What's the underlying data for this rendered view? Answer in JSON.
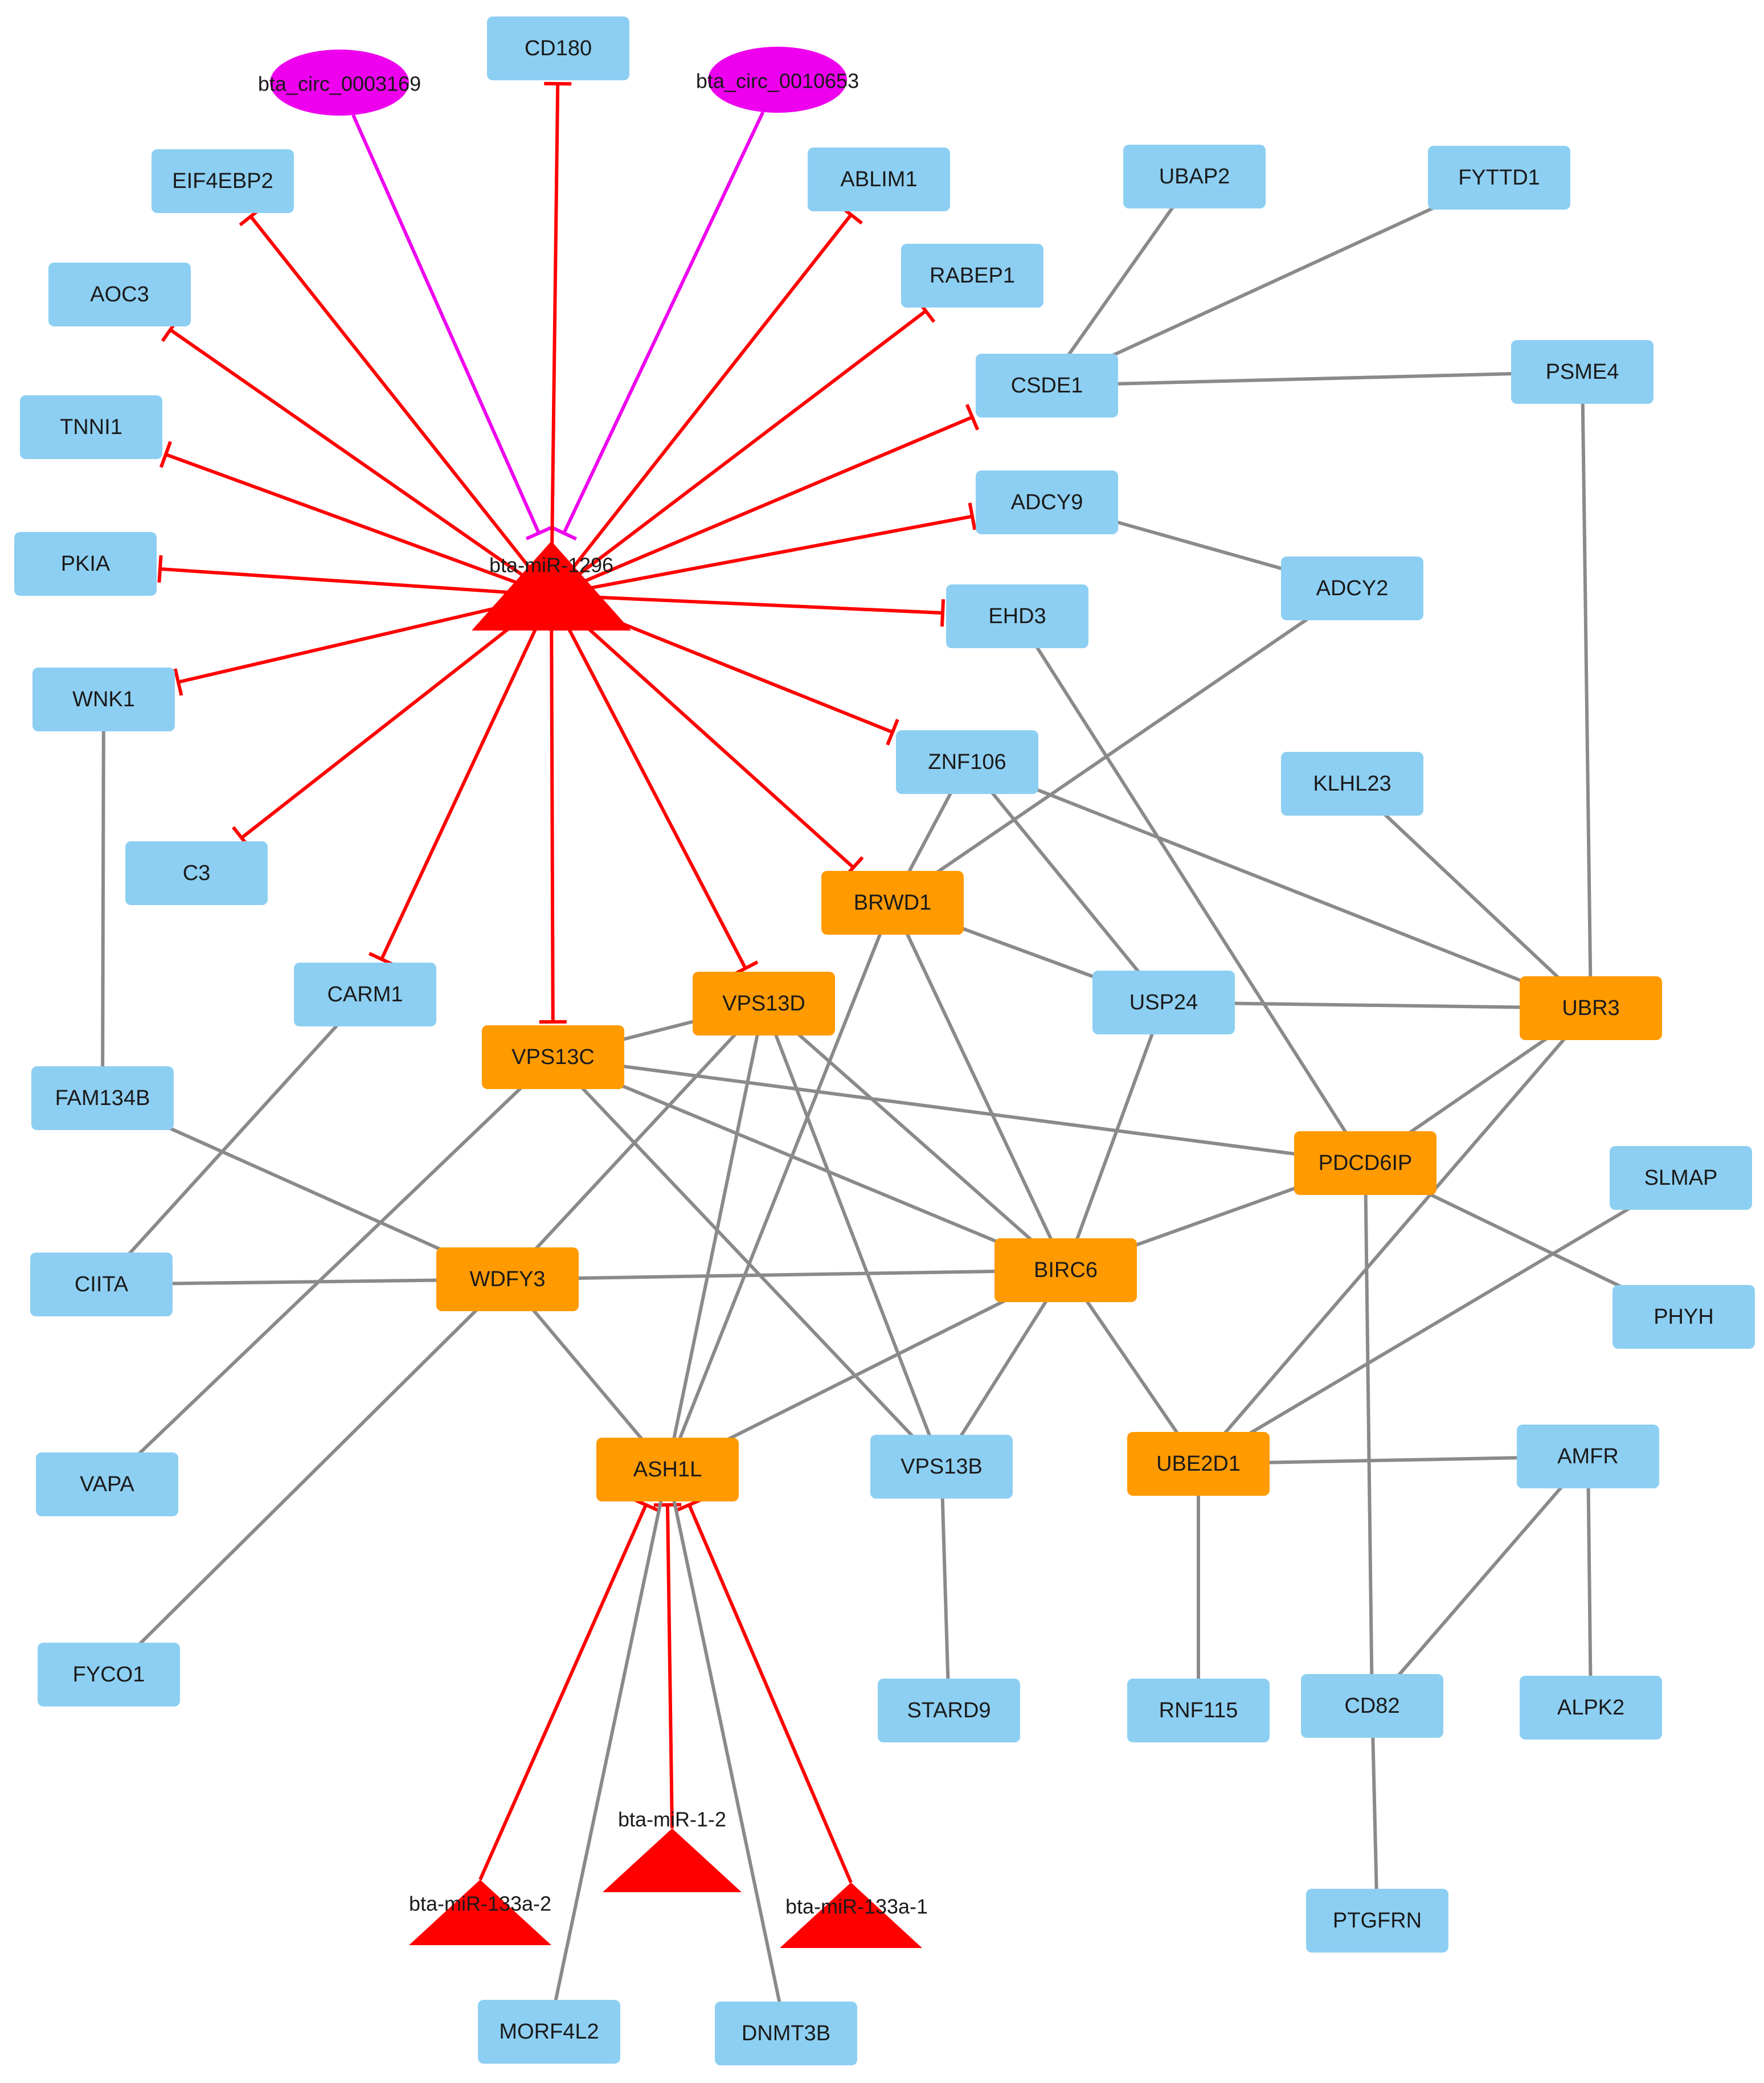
{
  "colors": {
    "mrna_fill": "#8dcff2",
    "hub_fill": "#ff9a00",
    "mirna_fill": "#ff0000",
    "circrna_fill": "#ee00ee",
    "interaction_edge": "#8a8a8a",
    "mirna_edge": "#ff0000",
    "circrna_edge": "#ee00ee"
  },
  "nodes": [
    {
      "id": "CD180",
      "label": "CD180",
      "kind": "mrna"
    },
    {
      "id": "bta_circ_0003169",
      "label": "bta_circ_0003169",
      "kind": "circrna"
    },
    {
      "id": "bta_circ_0010653",
      "label": "bta_circ_0010653",
      "kind": "circrna"
    },
    {
      "id": "EIF4EBP2",
      "label": "EIF4EBP2",
      "kind": "mrna"
    },
    {
      "id": "ABLIM1",
      "label": "ABLIM1",
      "kind": "mrna"
    },
    {
      "id": "UBAP2",
      "label": "UBAP2",
      "kind": "mrna"
    },
    {
      "id": "FYTTD1",
      "label": "FYTTD1",
      "kind": "mrna"
    },
    {
      "id": "AOC3",
      "label": "AOC3",
      "kind": "mrna"
    },
    {
      "id": "RABEP1",
      "label": "RABEP1",
      "kind": "mrna"
    },
    {
      "id": "CSDE1",
      "label": "CSDE1",
      "kind": "mrna"
    },
    {
      "id": "PSME4",
      "label": "PSME4",
      "kind": "mrna"
    },
    {
      "id": "TNNI1",
      "label": "TNNI1",
      "kind": "mrna"
    },
    {
      "id": "ADCY9",
      "label": "ADCY9",
      "kind": "mrna"
    },
    {
      "id": "PKIA",
      "label": "PKIA",
      "kind": "mrna"
    },
    {
      "id": "bta-miR-1296",
      "label": "bta-miR-1296",
      "kind": "mirna"
    },
    {
      "id": "EHD3",
      "label": "EHD3",
      "kind": "mrna"
    },
    {
      "id": "ADCY2",
      "label": "ADCY2",
      "kind": "mrna"
    },
    {
      "id": "WNK1",
      "label": "WNK1",
      "kind": "mrna"
    },
    {
      "id": "ZNF106",
      "label": "ZNF106",
      "kind": "mrna"
    },
    {
      "id": "KLHL23",
      "label": "KLHL23",
      "kind": "mrna"
    },
    {
      "id": "C3",
      "label": "C3",
      "kind": "mrna"
    },
    {
      "id": "BRWD1",
      "label": "BRWD1",
      "kind": "hub"
    },
    {
      "id": "CARM1",
      "label": "CARM1",
      "kind": "mrna"
    },
    {
      "id": "VPS13D",
      "label": "VPS13D",
      "kind": "hub"
    },
    {
      "id": "USP24",
      "label": "USP24",
      "kind": "mrna"
    },
    {
      "id": "UBR3",
      "label": "UBR3",
      "kind": "hub"
    },
    {
      "id": "VPS13C",
      "label": "VPS13C",
      "kind": "hub"
    },
    {
      "id": "FAM134B",
      "label": "FAM134B",
      "kind": "mrna"
    },
    {
      "id": "PDCD6IP",
      "label": "PDCD6IP",
      "kind": "hub"
    },
    {
      "id": "SLMAP",
      "label": "SLMAP",
      "kind": "mrna"
    },
    {
      "id": "CIITA",
      "label": "CIITA",
      "kind": "mrna"
    },
    {
      "id": "WDFY3",
      "label": "WDFY3",
      "kind": "hub"
    },
    {
      "id": "BIRC6",
      "label": "BIRC6",
      "kind": "hub"
    },
    {
      "id": "PHYH",
      "label": "PHYH",
      "kind": "mrna"
    },
    {
      "id": "VAPA",
      "label": "VAPA",
      "kind": "mrna"
    },
    {
      "id": "ASH1L",
      "label": "ASH1L",
      "kind": "hub"
    },
    {
      "id": "VPS13B",
      "label": "VPS13B",
      "kind": "mrna"
    },
    {
      "id": "UBE2D1",
      "label": "UBE2D1",
      "kind": "hub"
    },
    {
      "id": "AMFR",
      "label": "AMFR",
      "kind": "mrna"
    },
    {
      "id": "FYCO1",
      "label": "FYCO1",
      "kind": "mrna"
    },
    {
      "id": "STARD9",
      "label": "STARD9",
      "kind": "mrna"
    },
    {
      "id": "RNF115",
      "label": "RNF115",
      "kind": "mrna"
    },
    {
      "id": "CD82",
      "label": "CD82",
      "kind": "mrna"
    },
    {
      "id": "ALPK2",
      "label": "ALPK2",
      "kind": "mrna"
    },
    {
      "id": "bta-miR-1-2",
      "label": "bta-miR-1-2",
      "kind": "mirna"
    },
    {
      "id": "bta-miR-133a-2",
      "label": "bta-miR-133a-2",
      "kind": "mirna"
    },
    {
      "id": "bta-miR-133a-1",
      "label": "bta-miR-133a-1",
      "kind": "mirna"
    },
    {
      "id": "PTGFRN",
      "label": "PTGFRN",
      "kind": "mrna"
    },
    {
      "id": "MORF4L2",
      "label": "MORF4L2",
      "kind": "mrna"
    },
    {
      "id": "DNMT3B",
      "label": "DNMT3B",
      "kind": "mrna"
    }
  ],
  "edges": [
    {
      "from": "bta_circ_0003169",
      "to": "bta-miR-1296",
      "type": "circrna-inhibits"
    },
    {
      "from": "bta_circ_0010653",
      "to": "bta-miR-1296",
      "type": "circrna-inhibits"
    },
    {
      "from": "bta-miR-1296",
      "to": "CD180",
      "type": "mirna-inhibits"
    },
    {
      "from": "bta-miR-1296",
      "to": "EIF4EBP2",
      "type": "mirna-inhibits"
    },
    {
      "from": "bta-miR-1296",
      "to": "ABLIM1",
      "type": "mirna-inhibits"
    },
    {
      "from": "bta-miR-1296",
      "to": "AOC3",
      "type": "mirna-inhibits"
    },
    {
      "from": "bta-miR-1296",
      "to": "RABEP1",
      "type": "mirna-inhibits"
    },
    {
      "from": "bta-miR-1296",
      "to": "CSDE1",
      "type": "mirna-inhibits"
    },
    {
      "from": "bta-miR-1296",
      "to": "TNNI1",
      "type": "mirna-inhibits"
    },
    {
      "from": "bta-miR-1296",
      "to": "ADCY9",
      "type": "mirna-inhibits"
    },
    {
      "from": "bta-miR-1296",
      "to": "PKIA",
      "type": "mirna-inhibits"
    },
    {
      "from": "bta-miR-1296",
      "to": "EHD3",
      "type": "mirna-inhibits"
    },
    {
      "from": "bta-miR-1296",
      "to": "WNK1",
      "type": "mirna-inhibits"
    },
    {
      "from": "bta-miR-1296",
      "to": "ZNF106",
      "type": "mirna-inhibits"
    },
    {
      "from": "bta-miR-1296",
      "to": "C3",
      "type": "mirna-inhibits"
    },
    {
      "from": "bta-miR-1296",
      "to": "BRWD1",
      "type": "mirna-inhibits"
    },
    {
      "from": "bta-miR-1296",
      "to": "CARM1",
      "type": "mirna-inhibits"
    },
    {
      "from": "bta-miR-1296",
      "to": "VPS13D",
      "type": "mirna-inhibits"
    },
    {
      "from": "bta-miR-1296",
      "to": "VPS13C",
      "type": "mirna-inhibits"
    },
    {
      "from": "bta-miR-133a-2",
      "to": "ASH1L",
      "type": "mirna-inhibits"
    },
    {
      "from": "bta-miR-1-2",
      "to": "ASH1L",
      "type": "mirna-inhibits"
    },
    {
      "from": "bta-miR-133a-1",
      "to": "ASH1L",
      "type": "mirna-inhibits"
    },
    {
      "from": "CSDE1",
      "to": "UBAP2",
      "type": "interaction"
    },
    {
      "from": "CSDE1",
      "to": "FYTTD1",
      "type": "interaction"
    },
    {
      "from": "CSDE1",
      "to": "PSME4",
      "type": "interaction"
    },
    {
      "from": "PSME4",
      "to": "UBR3",
      "type": "interaction"
    },
    {
      "from": "ADCY9",
      "to": "ADCY2",
      "type": "interaction"
    },
    {
      "from": "ADCY2",
      "to": "BRWD1",
      "type": "interaction"
    },
    {
      "from": "EHD3",
      "to": "PDCD6IP",
      "type": "interaction"
    },
    {
      "from": "WNK1",
      "to": "FAM134B",
      "type": "interaction"
    },
    {
      "from": "ZNF106",
      "to": "BRWD1",
      "type": "interaction"
    },
    {
      "from": "ZNF106",
      "to": "USP24",
      "type": "interaction"
    },
    {
      "from": "ZNF106",
      "to": "UBR3",
      "type": "interaction"
    },
    {
      "from": "KLHL23",
      "to": "UBR3",
      "type": "interaction"
    },
    {
      "from": "BRWD1",
      "to": "USP24",
      "type": "interaction"
    },
    {
      "from": "BRWD1",
      "to": "BIRC6",
      "type": "interaction"
    },
    {
      "from": "BRWD1",
      "to": "ASH1L",
      "type": "interaction"
    },
    {
      "from": "USP24",
      "to": "UBR3",
      "type": "interaction"
    },
    {
      "from": "USP24",
      "to": "BIRC6",
      "type": "interaction"
    },
    {
      "from": "UBR3",
      "to": "PDCD6IP",
      "type": "interaction"
    },
    {
      "from": "UBR3",
      "to": "UBE2D1",
      "type": "interaction"
    },
    {
      "from": "CARM1",
      "to": "CIITA",
      "type": "interaction"
    },
    {
      "from": "VPS13D",
      "to": "VPS13C",
      "type": "interaction"
    },
    {
      "from": "VPS13D",
      "to": "WDFY3",
      "type": "interaction"
    },
    {
      "from": "VPS13D",
      "to": "ASH1L",
      "type": "interaction"
    },
    {
      "from": "VPS13D",
      "to": "VPS13B",
      "type": "interaction"
    },
    {
      "from": "VPS13D",
      "to": "BIRC6",
      "type": "interaction"
    },
    {
      "from": "VPS13C",
      "to": "PDCD6IP",
      "type": "interaction"
    },
    {
      "from": "VPS13C",
      "to": "BIRC6",
      "type": "interaction"
    },
    {
      "from": "VPS13C",
      "to": "VPS13B",
      "type": "interaction"
    },
    {
      "from": "VPS13C",
      "to": "VAPA",
      "type": "interaction"
    },
    {
      "from": "FAM134B",
      "to": "WDFY3",
      "type": "interaction"
    },
    {
      "from": "CIITA",
      "to": "WDFY3",
      "type": "interaction"
    },
    {
      "from": "WDFY3",
      "to": "BIRC6",
      "type": "interaction"
    },
    {
      "from": "WDFY3",
      "to": "ASH1L",
      "type": "interaction"
    },
    {
      "from": "WDFY3",
      "to": "FYCO1",
      "type": "interaction"
    },
    {
      "from": "PDCD6IP",
      "to": "BIRC6",
      "type": "interaction"
    },
    {
      "from": "PDCD6IP",
      "to": "PHYH",
      "type": "interaction"
    },
    {
      "from": "PDCD6IP",
      "to": "CD82",
      "type": "interaction"
    },
    {
      "from": "SLMAP",
      "to": "UBE2D1",
      "type": "interaction"
    },
    {
      "from": "BIRC6",
      "to": "ASH1L",
      "type": "interaction"
    },
    {
      "from": "BIRC6",
      "to": "VPS13B",
      "type": "interaction"
    },
    {
      "from": "BIRC6",
      "to": "UBE2D1",
      "type": "interaction"
    },
    {
      "from": "UBE2D1",
      "to": "AMFR",
      "type": "interaction"
    },
    {
      "from": "UBE2D1",
      "to": "RNF115",
      "type": "interaction"
    },
    {
      "from": "AMFR",
      "to": "CD82",
      "type": "interaction"
    },
    {
      "from": "AMFR",
      "to": "ALPK2",
      "type": "interaction"
    },
    {
      "from": "VPS13B",
      "to": "STARD9",
      "type": "interaction"
    },
    {
      "from": "CD82",
      "to": "PTGFRN",
      "type": "interaction"
    },
    {
      "from": "ASH1L",
      "to": "MORF4L2",
      "type": "interaction"
    },
    {
      "from": "ASH1L",
      "to": "DNMT3B",
      "type": "interaction"
    }
  ]
}
